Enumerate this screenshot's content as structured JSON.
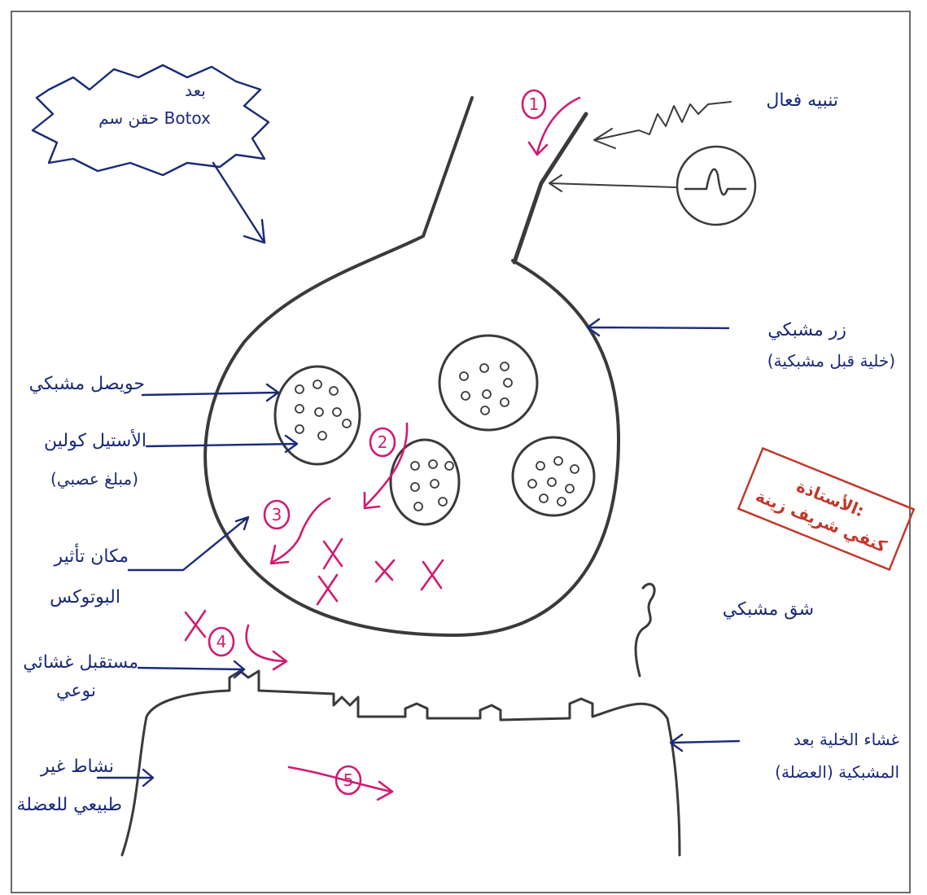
{
  "labels": {
    "botox_line1": "بعد",
    "botox_line2": "حقن سم Botox",
    "action_potential": "تنبيه فعال",
    "synaptic_button_line1": "زر مشبكي",
    "synaptic_button_line2": "(خلية قبل مشبكية)",
    "synaptic_vesicle": "حويصل مشبكي",
    "acetylcholine_line1": "الأستيل كولين",
    "acetylcholine_line2": "(مبلغ عصبي)",
    "botox_site_line1": "مكان تأثير",
    "botox_site_line2": "البوتوكس",
    "synaptic_cleft": "شق مشبكي",
    "receptor_line1": "مستقبل غشائي",
    "receptor_line2": "نوعي",
    "membrane_line1": "غشاء الخلية بعد",
    "membrane_line2": "المشبكية (العضلة)",
    "muscle_line1": "نشاط غير",
    "muscle_line2": "طبيعي للعضلة"
  },
  "steps": [
    "1",
    "2",
    "3",
    "4",
    "5"
  ],
  "stamp": {
    "line1": "الأستاذة:",
    "line2": "كنفي شريف زينة"
  },
  "colors": {
    "label_ink": "#1b2a78",
    "step_ink": "#d11b72",
    "stamp_ink": "#c0392b",
    "drawing_ink": "#3a3a3a"
  }
}
